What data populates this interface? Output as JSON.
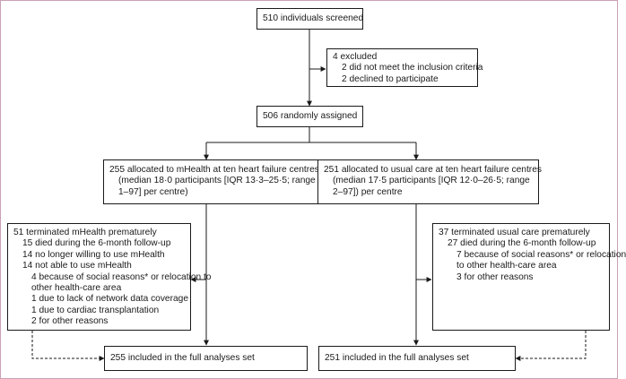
{
  "screened": {
    "text": "510 individuals screened"
  },
  "excluded": {
    "title": "4 excluded",
    "items": [
      "2 did not meet the inclusion criteria",
      "2 declined to participate"
    ]
  },
  "randomised": {
    "text": "506 randomly assigned"
  },
  "mhealth_alloc": {
    "lines": [
      "255 allocated to mHealth at ten heart failure centres",
      "(median 18·0 participants [IQR 13·3–25·5; range",
      "1–97] per centre)"
    ]
  },
  "usual_alloc": {
    "lines": [
      "251 allocated to usual care at ten heart failure centres",
      "(median 17·5 participants [IQR 12·0–26·5; range",
      "2–97]) per centre"
    ]
  },
  "mhealth_term": {
    "title": "51 terminated mHealth prematurely",
    "l1": [
      "15 died during the 6-month follow-up",
      "14 no longer willing to use mHealth",
      "14 not able to use mHealth"
    ],
    "l2": [
      "4 because of social reasons* or relocation to",
      "other health-care area",
      "1 due to lack of network data coverage",
      "1 due to cardiac transplantation",
      "2 for other reasons"
    ]
  },
  "usual_term": {
    "title": "37 terminated usual care prematurely",
    "l1": [
      "27 died during the 6-month follow-up"
    ],
    "l2": [
      "7 because of social reasons* or relocation",
      "to other health-care area",
      "3 for other reasons"
    ]
  },
  "mhealth_full": {
    "text": "255 included in the full analyses set"
  },
  "usual_full": {
    "text": "251 included in the full analyses set"
  }
}
